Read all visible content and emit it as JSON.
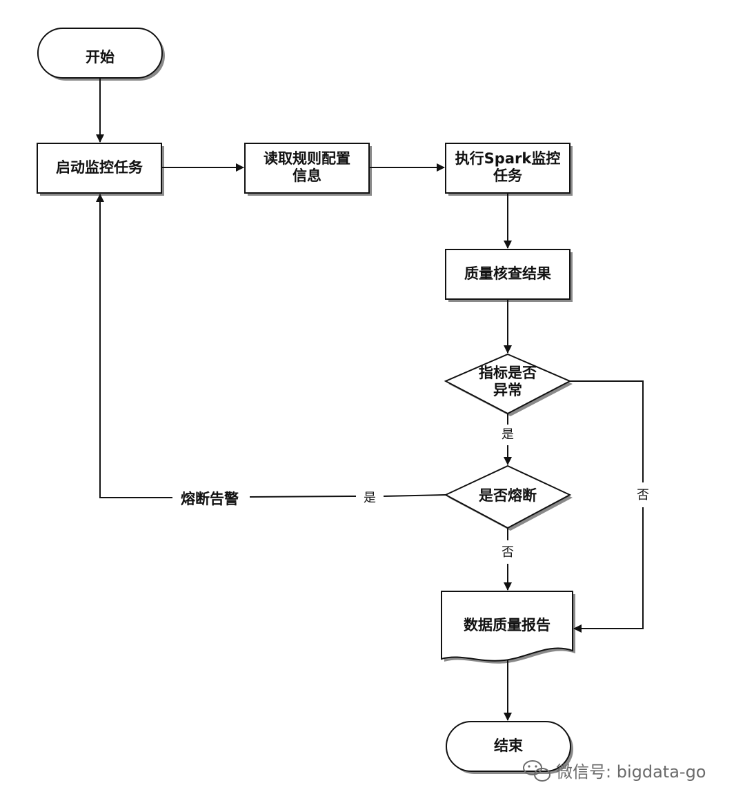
{
  "nodes": {
    "start": "开始",
    "launch": "启动监控任务",
    "read_rules": [
      "读取规则配置",
      "信息"
    ],
    "run_spark": [
      "执行Spark监控",
      "任务"
    ],
    "check_results": "质量核查结果",
    "is_abnormal": [
      "指标是否",
      "异常"
    ],
    "is_fuse": "是否熔断",
    "fuse_alert": "熔断告警",
    "report": "数据质量报告",
    "end": "结束"
  },
  "labels": {
    "abnormal_yes": "是",
    "abnormal_no": "否",
    "fuse_yes": "是",
    "fuse_no": "否"
  },
  "watermark": {
    "text": "微信号: bigdata-go",
    "icon": "wechat-icon"
  },
  "colors": {
    "stroke": "#111111",
    "shadow": "#8a8a8a",
    "text": "#111111",
    "watermark": "#6b6b6b"
  }
}
